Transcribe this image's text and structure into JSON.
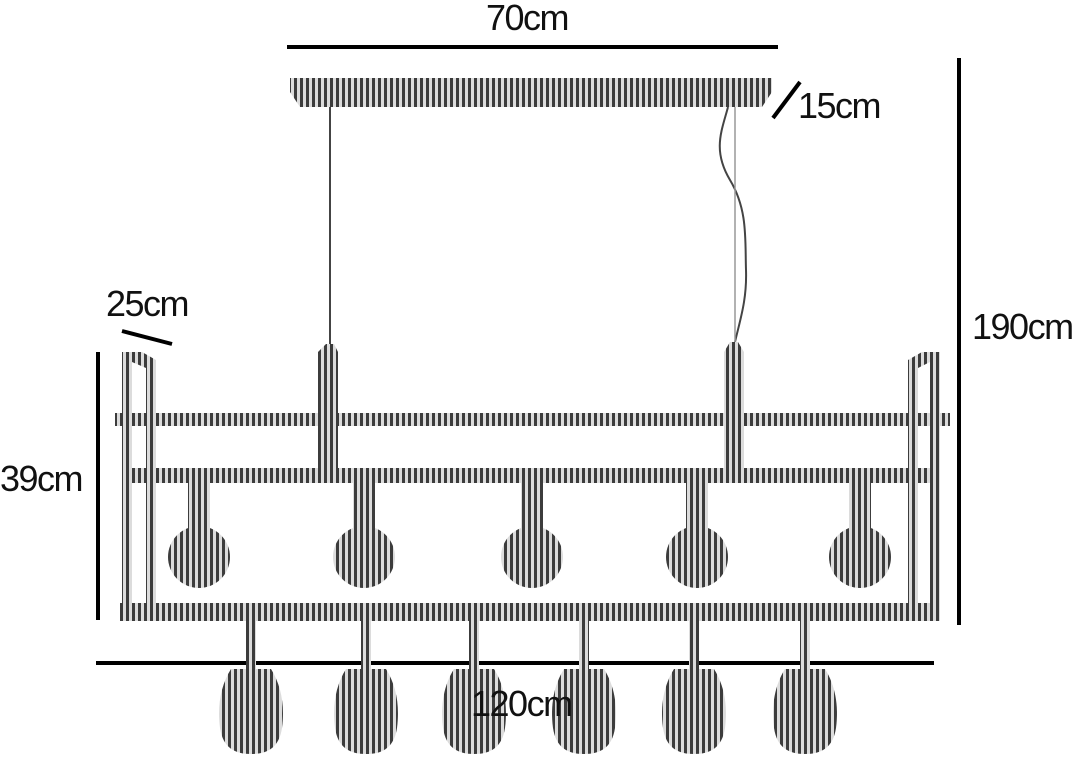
{
  "diagram": {
    "dimensions": {
      "top_width": "70cm",
      "canopy_depth": "15cm",
      "total_height": "190cm",
      "frame_depth": "25cm",
      "frame_height": "39cm",
      "total_width": "120cm"
    },
    "bulb_count": 5,
    "glass_count": 6,
    "colors": {
      "stripe_dark": "#3c3c3c",
      "stripe_light": "#dcdcdc",
      "dimension_line": "#000000",
      "wire": "#444444"
    }
  }
}
